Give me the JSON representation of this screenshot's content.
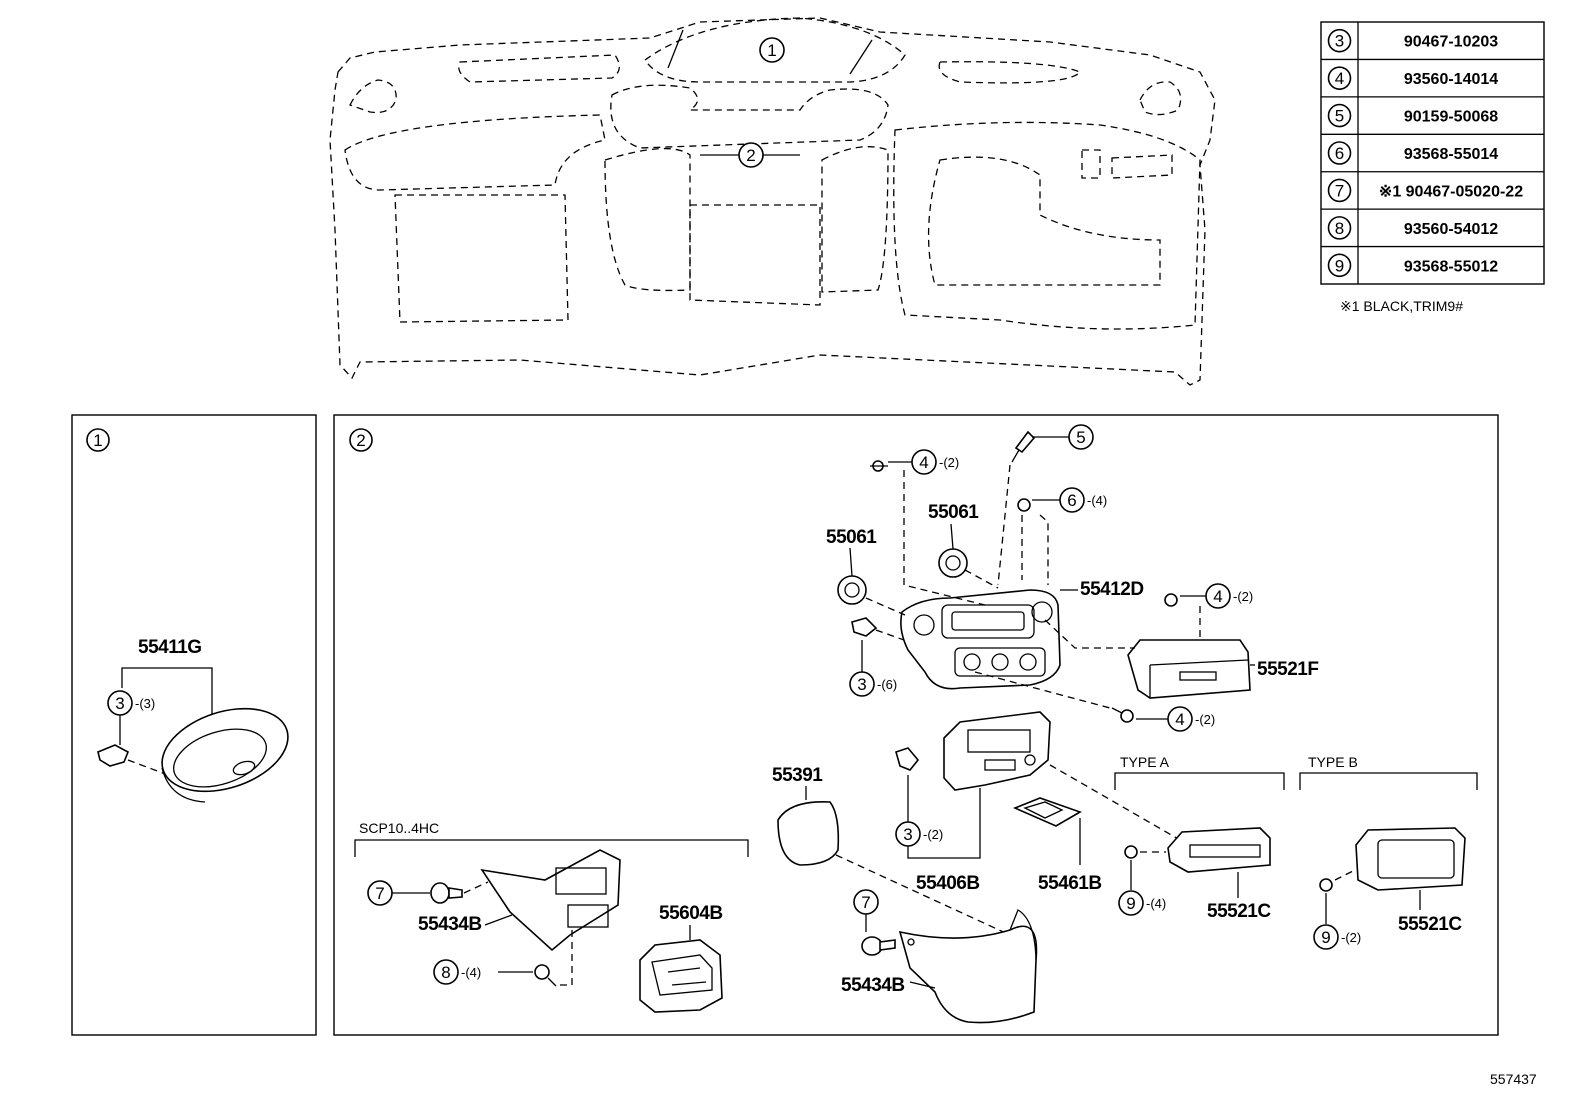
{
  "ref_table": [
    {
      "ref": "3",
      "part": "90467-10203"
    },
    {
      "ref": "4",
      "part": "93560-14014"
    },
    {
      "ref": "5",
      "part": "90159-50068"
    },
    {
      "ref": "6",
      "part": "93568-55014"
    },
    {
      "ref": "7",
      "part": "※1 90467-05020-22"
    },
    {
      "ref": "8",
      "part": "93560-54012"
    },
    {
      "ref": "9",
      "part": "93568-55012"
    }
  ],
  "footnote": "※1 BLACK,TRIM9#",
  "overview": {
    "callout_1": "1",
    "callout_2": "2"
  },
  "panel_1": {
    "label": "1",
    "part_55411G": "55411G",
    "callout_3": "3",
    "qty_3": "-(3)"
  },
  "panel_2": {
    "label": "2",
    "parts": {
      "p55061_a": "55061",
      "p55061_b": "55061",
      "p55412D": "55412D",
      "p55521F": "55521F",
      "p55391": "55391",
      "p55406B": "55406B",
      "p55461B": "55461B",
      "p55521C_a": "55521C",
      "p55521C_b": "55521C",
      "p55434B_a": "55434B",
      "p55434B_b": "55434B",
      "p55604B": "55604B"
    },
    "callouts": {
      "c4_top": {
        "num": "4",
        "qty": "-(2)"
      },
      "c5": {
        "num": "5",
        "qty": ""
      },
      "c6": {
        "num": "6",
        "qty": "-(4)"
      },
      "c4_right": {
        "num": "4",
        "qty": "-(2)"
      },
      "c3_a": {
        "num": "3",
        "qty": "-(6)"
      },
      "c4_bottom": {
        "num": "4",
        "qty": "-(2)"
      },
      "c3_b": {
        "num": "3",
        "qty": "-(2)"
      },
      "c9_a": {
        "num": "9",
        "qty": "-(4)"
      },
      "c9_b": {
        "num": "9",
        "qty": "-(2)"
      },
      "c7_a": {
        "num": "7",
        "qty": ""
      },
      "c7_b": {
        "num": "7",
        "qty": ""
      },
      "c8": {
        "num": "8",
        "qty": "-(4)"
      }
    },
    "group_labels": {
      "type_a": "TYPE A",
      "type_b": "TYPE B",
      "scp": "SCP10..4HC"
    }
  },
  "diagram_id": "557437"
}
